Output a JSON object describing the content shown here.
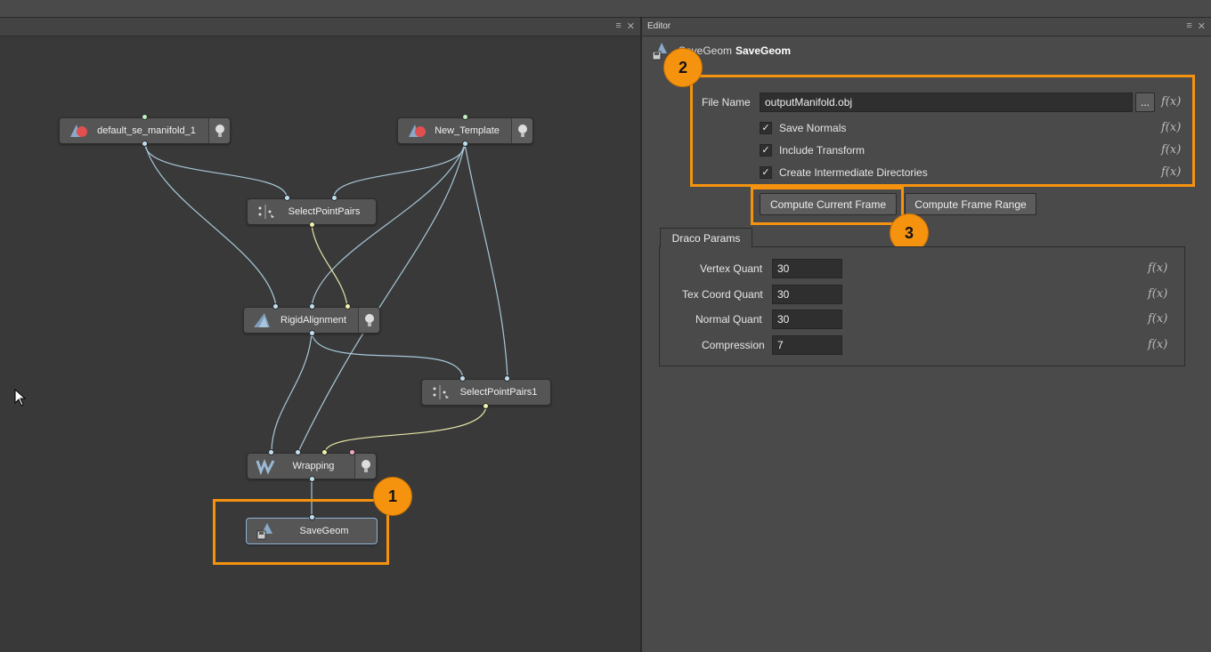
{
  "editor": {
    "panel_title": "Editor",
    "node_type": "SaveGeom",
    "node_name": "SaveGeom"
  },
  "file_name": {
    "label": "File Name",
    "value": "outputManifold.obj",
    "browse_label": "..."
  },
  "options": [
    {
      "label": "Save Normals",
      "checked": true
    },
    {
      "label": "Include Transform",
      "checked": true
    },
    {
      "label": "Create Intermediate Directories",
      "checked": true
    }
  ],
  "buttons": {
    "compute_current": "Compute Current Frame",
    "compute_range": "Compute Frame Range"
  },
  "draco": {
    "tab_label": "Draco Params",
    "params": [
      {
        "label": "Vertex Quant",
        "value": "30"
      },
      {
        "label": "Tex Coord Quant",
        "value": "30"
      },
      {
        "label": "Normal Quant",
        "value": "30"
      },
      {
        "label": "Compression",
        "value": "7"
      }
    ]
  },
  "fx_symbol": "f(x)",
  "nodes": {
    "default_se_manifold_1": "default_se_manifold_1",
    "new_template": "New_Template",
    "select_point_pairs": "SelectPointPairs",
    "rigid_alignment": "RigidAlignment",
    "select_point_pairs1": "SelectPointPairs1",
    "wrapping": "Wrapping",
    "save_geom": "SaveGeom"
  },
  "callouts": [
    "1",
    "2",
    "3"
  ],
  "header_icons": {
    "menu": "≡",
    "close": "✕"
  },
  "colors": {
    "highlight": "#f5930f",
    "wire": "#a8c8d8",
    "wire_yellow": "#e6e6a8"
  }
}
